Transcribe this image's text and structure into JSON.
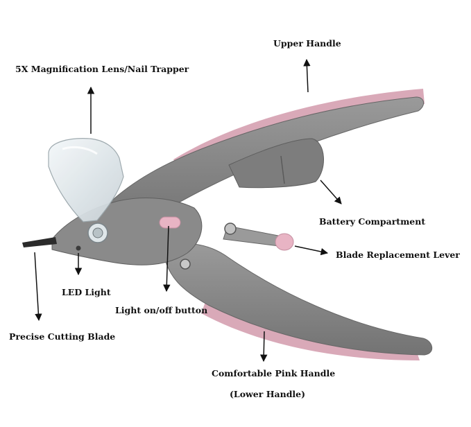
{
  "labels": {
    "upper_handle": "Upper Handle",
    "magnification_lens": "5X Magnification Lens/Nail Trapper",
    "battery_compartment": "Battery Compartment",
    "blade_replacement_lever": "Blade Replacement Lever",
    "led_light": "LED Light",
    "light_button": "Light on/off button",
    "cutting_blade": "Precise Cutting Blade",
    "pink_handle_line1": "Comfortable Pink Handle",
    "pink_handle_line2": "(Lower Handle)"
  },
  "colors": {
    "body_gray": "#8e8e8e",
    "body_dark": "#6f6f6f",
    "pink_grip": "#d9a9b8",
    "pink_button": "#e8b4c4",
    "lens": "#e6edf0",
    "blade": "#2b2b2b",
    "arrow": "#111111"
  }
}
